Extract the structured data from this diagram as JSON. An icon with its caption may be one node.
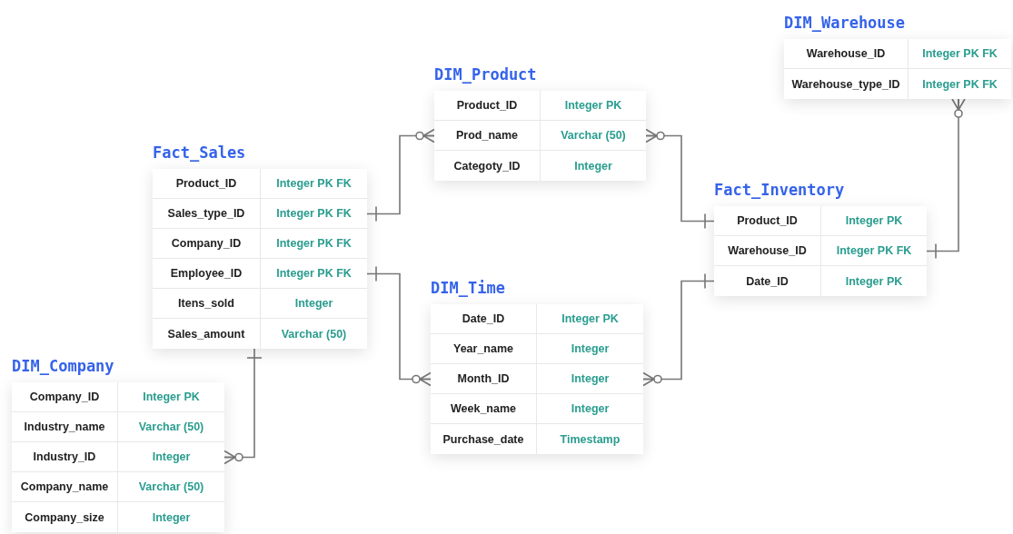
{
  "diagram": {
    "nodes": [
      {
        "text": [
          "DIM_Warehouse"
        ]
      },
      {
        "text": [
          "Warehouse_ID",
          "Integer PK FK"
        ],
        "in": 0
      },
      {
        "text": [
          "Warehouse_type_ID",
          "Integer PK FK"
        ],
        "in": 0
      },
      {
        "text": [
          "DIM_Product"
        ]
      },
      {
        "text": [
          "Product_ID",
          "Integer PK"
        ],
        "in": 3
      },
      {
        "text": [
          "Prod_name",
          "Varchar (50)"
        ],
        "in": 3
      },
      {
        "text": [
          "Categoty_ID",
          "Integer"
        ],
        "in": 3
      },
      {
        "text": [
          "Fact_Sales"
        ]
      },
      {
        "text": [
          "Product_ID",
          "Integer PK FK"
        ],
        "in": 7
      },
      {
        "text": [
          "Sales_type_ID",
          "Integer PK FK"
        ],
        "in": 7
      },
      {
        "text": [
          "Company_ID",
          "Integer PK FK"
        ],
        "in": 7
      },
      {
        "text": [
          "Employee_ID",
          "Integer PK FK"
        ],
        "in": 7
      },
      {
        "text": [
          "Itens_sold",
          "Integer"
        ],
        "in": 7
      },
      {
        "text": [
          "Sales_amount",
          "Varchar (50)"
        ],
        "in": 7
      },
      {
        "text": [
          "Fact_Inventory"
        ]
      },
      {
        "text": [
          "Product_ID",
          "Integer PK"
        ],
        "in": 14
      },
      {
        "text": [
          "Warehouse_ID",
          "Integer PK FK"
        ],
        "in": 14
      },
      {
        "text": [
          "Date_ID",
          "Integer PK"
        ],
        "in": 14
      },
      {
        "text": [
          "DIM_Time"
        ]
      },
      {
        "text": [
          "Date_ID",
          "Integer PK"
        ],
        "in": 18
      },
      {
        "text": [
          "Year_name",
          "Integer"
        ],
        "in": 18
      },
      {
        "text": [
          "Month_ID",
          "Integer"
        ],
        "in": 18
      },
      {
        "text": [
          "Week_name",
          "Integer"
        ],
        "in": 18
      },
      {
        "text": [
          "Purchase_date",
          "Timestamp"
        ],
        "in": 18
      },
      {
        "text": [
          "DIM_Company"
        ]
      },
      {
        "text": [
          "Company_ID",
          "Integer PK"
        ],
        "in": 24
      },
      {
        "text": [
          "Industry_name",
          "Varchar (50)"
        ],
        "in": 24
      },
      {
        "text": [
          "Industry_ID",
          "Integer"
        ],
        "in": 24
      },
      {
        "text": [
          "Company_name",
          "Varchar (50)"
        ],
        "in": 24
      },
      {
        "text": [
          "Company_size",
          "Integer"
        ],
        "in": 24
      }
    ],
    "edges": [
      {
        "from": 9,
        "to": 5,
        "arrow": "other"
      },
      {
        "from": 15,
        "to": 5,
        "arrow": "other"
      },
      {
        "from": 11,
        "to": 21,
        "arrow": "other"
      },
      {
        "from": 17,
        "to": 21,
        "arrow": "other"
      },
      {
        "from": 16,
        "to": 2,
        "arrow": "other"
      },
      {
        "from": 7,
        "to": 27,
        "arrow": "other"
      }
    ]
  }
}
